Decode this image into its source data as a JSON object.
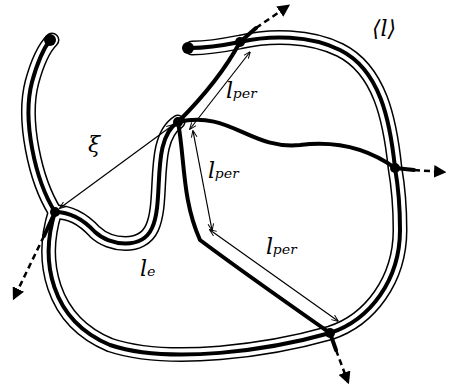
{
  "diagram": {
    "labels": [
      "⟨l⟩",
      "lₚₑᵣ",
      "lₚₑᵣ",
      "lₚₑᵣ",
      "ξ",
      "lₑ"
    ]
  }
}
